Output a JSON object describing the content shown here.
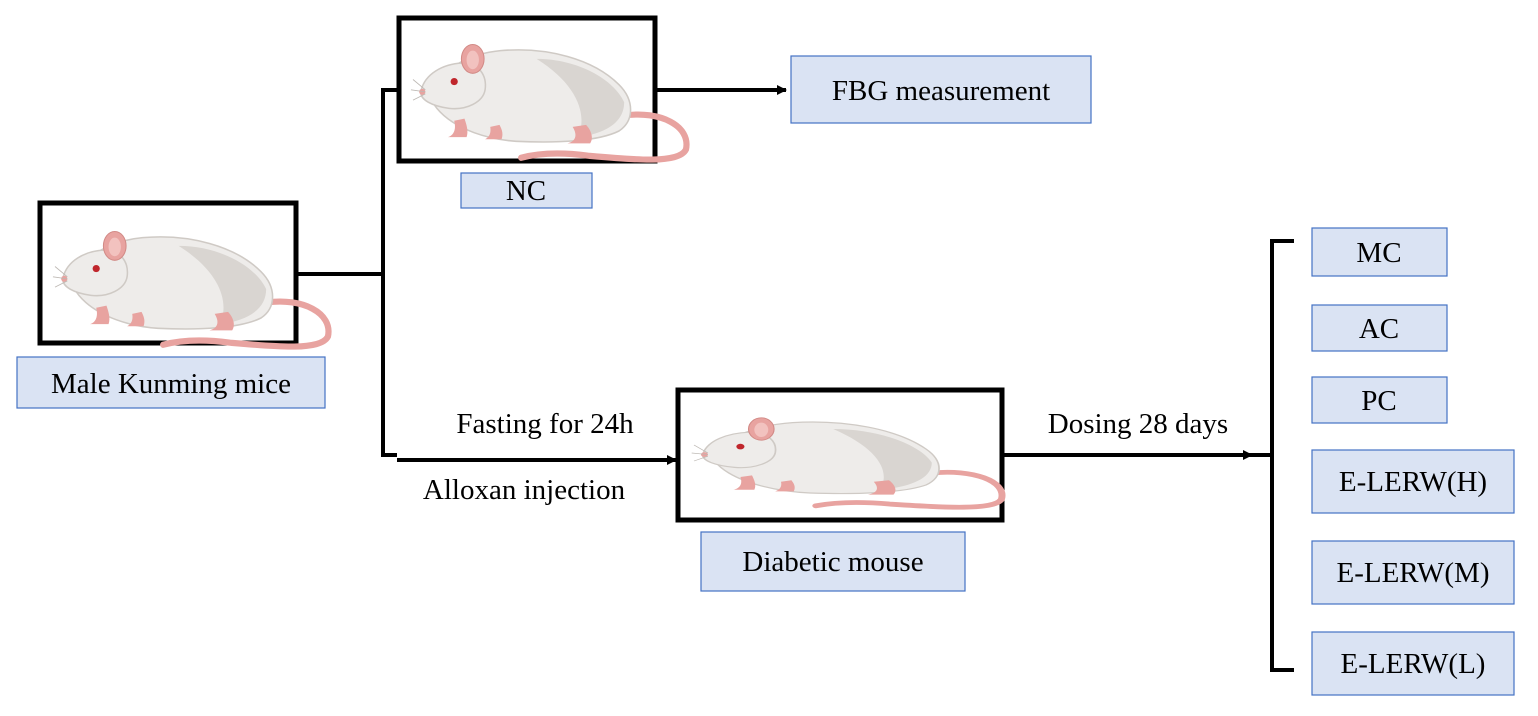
{
  "colors": {
    "label_fill": "#dae3f3",
    "label_border": "#4472c4",
    "line": "#000000",
    "mouse_body": "#eeecea",
    "mouse_shade": "#d9d5d1",
    "mouse_pink": "#e8a3a0",
    "mouse_eye": "#c0262c"
  },
  "nodes": {
    "source_label": "Male Kunming mice",
    "nc_label": "NC",
    "fbg_label": "FBG measurement",
    "diabetic_label": "Diabetic mouse"
  },
  "edges": {
    "fasting": "Fasting for 24h",
    "alloxan": "Alloxan injection",
    "dosing": "Dosing 28 days"
  },
  "groups": [
    "MC",
    "AC",
    "PC",
    "E-LERW(H)",
    "E-LERW(M)",
    "E-LERW(L)"
  ],
  "icons": [
    "mouse-icon",
    "mouse-icon",
    "mouse-icon"
  ]
}
